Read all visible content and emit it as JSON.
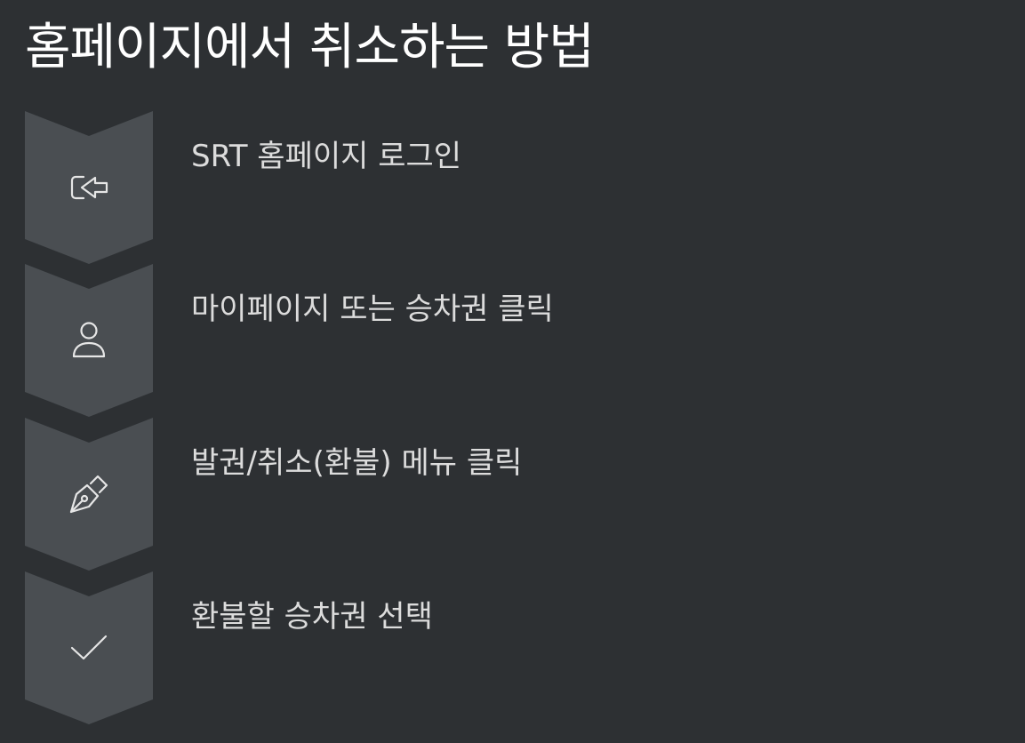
{
  "colors": {
    "background": "#2d3033",
    "chevron_fill": "#4a4e52",
    "title_text": "#ffffff",
    "step_text": "#dcdcdc",
    "icon_stroke": "#e6e6e6"
  },
  "title": "홈페이지에서 취소하는 방법",
  "steps": [
    {
      "icon": "login-icon",
      "label": "SRT 홈페이지 로그인"
    },
    {
      "icon": "user-icon",
      "label": "마이페이지 또는 승차권 클릭"
    },
    {
      "icon": "pen-nib-icon",
      "label": "발권/취소(환불) 메뉴 클릭"
    },
    {
      "icon": "checkmark-icon",
      "label": "환불할 승차권 선택"
    }
  ]
}
